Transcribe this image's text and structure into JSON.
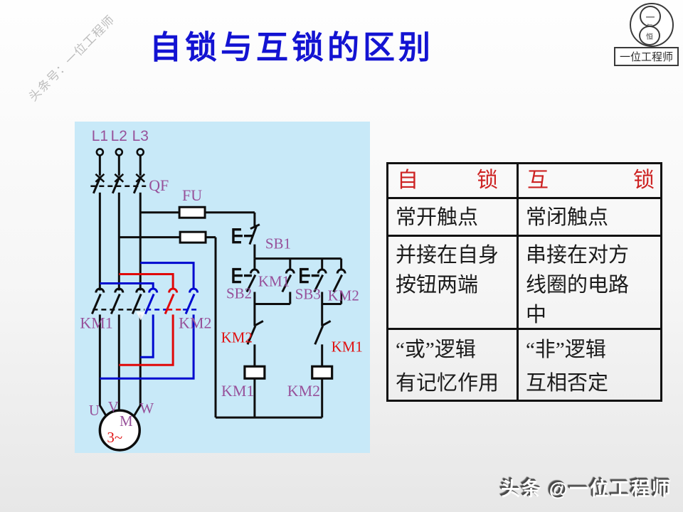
{
  "page": {
    "title": "自锁与互锁的区别",
    "watermark_topleft": "头条号：一位工程师",
    "footer_watermark": "头条 @一位工程师"
  },
  "logo": {
    "top_char": "一",
    "mid_char": "与",
    "bottom_char": "恒",
    "name": "一位工程师"
  },
  "comparison_table": {
    "header": {
      "left_first": "自",
      "left_last": "锁",
      "right_first": "互",
      "right_last": "锁"
    },
    "rows": [
      {
        "left": "常开触点",
        "right": "常闭触点"
      },
      {
        "left": "并接在自身\n按钮两端",
        "right": "串接在对方\n线圈的电路\n中"
      },
      {
        "left": "“或”逻辑\n有记忆作用",
        "right": "“非”逻辑\n互相否定"
      }
    ]
  },
  "circuit": {
    "phases": [
      "L1",
      "L2",
      "L3"
    ],
    "breaker": "QF",
    "fuse": "FU",
    "stop_button": "SB1",
    "start_forward": "SB2",
    "start_reverse": "SB3",
    "selflock_contact_left": "KM1",
    "selflock_contact_right": "KM2",
    "interlock_contact_left": "KM2",
    "interlock_contact_right": "KM1",
    "main_contacts_left": "KM1",
    "main_contacts_right": "KM2",
    "coil_left": "KM1",
    "coil_right": "KM2",
    "motor": "M",
    "motor_phases": "3~",
    "terminal_u": "U",
    "terminal_v": "V",
    "terminal_w": "W"
  },
  "colors": {
    "panel_bg": "#c8e9f8",
    "wire_black": "#0d0d0d",
    "wire_blue": "#0009cf",
    "wire_red": "#e00808",
    "label_purple": "#97519a",
    "label_red": "#e01212",
    "title_blue": "#1313d2",
    "table_header_red": "#cd2323"
  }
}
